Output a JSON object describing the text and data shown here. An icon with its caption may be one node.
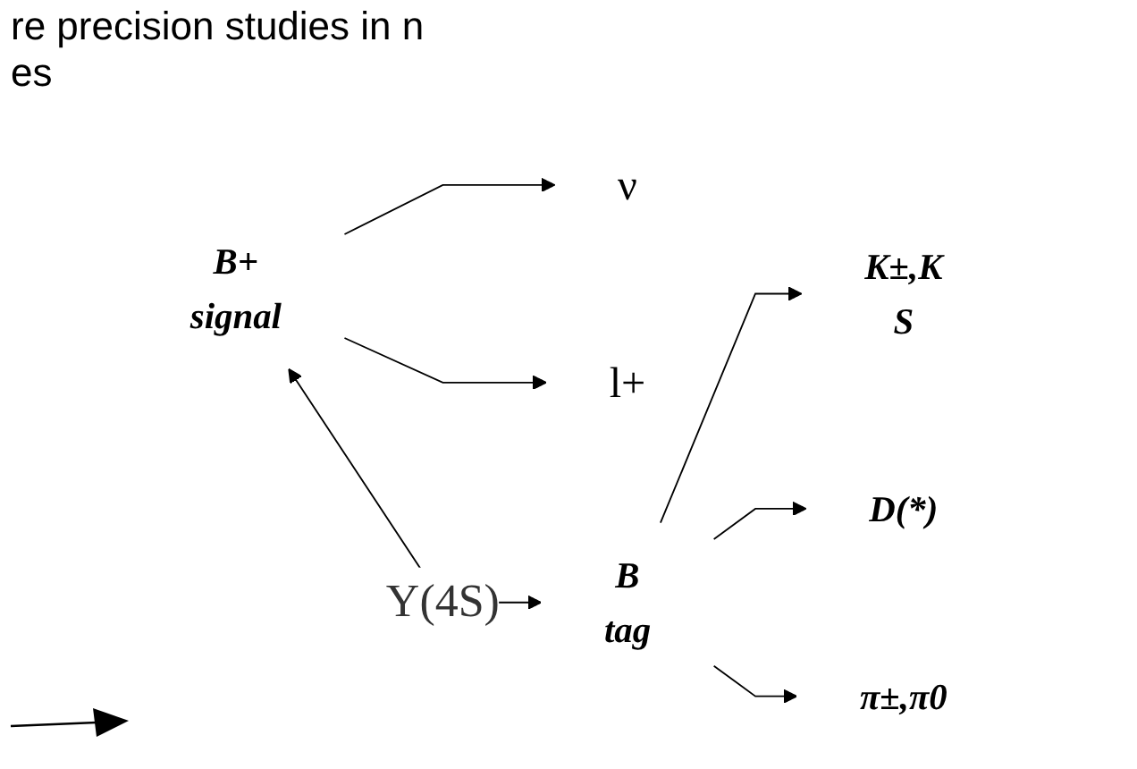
{
  "diagram": {
    "nodes": [
      {
        "text": [
          "ν"
        ]
      },
      {
        "text": [
          "l+"
        ]
      },
      {
        "text": [
          "B+",
          "signal"
        ]
      },
      {
        "text": [
          "B",
          "tag"
        ]
      },
      {
        "text": [
          "K±,K",
          "S"
        ]
      },
      {
        "text": [
          "D(*)"
        ]
      },
      {
        "text": [
          "π±,π0"
        ]
      }
    ],
    "edges": [
      {
        "from": 2,
        "to": 0,
        "arrow": "to"
      },
      {
        "from": 2,
        "to": 1,
        "arrow": "to"
      },
      {
        "from": 2,
        "to": 3,
        "arrow": "both",
        "label": "Y(4S)"
      },
      {
        "from": 3,
        "to": 4,
        "arrow": "to"
      },
      {
        "from": 3,
        "to": 5,
        "arrow": "to"
      },
      {
        "from": 3,
        "to": 6,
        "arrow": "to"
      }
    ],
    "labels": [
      "re precision studies in n",
      "es"
    ]
  }
}
